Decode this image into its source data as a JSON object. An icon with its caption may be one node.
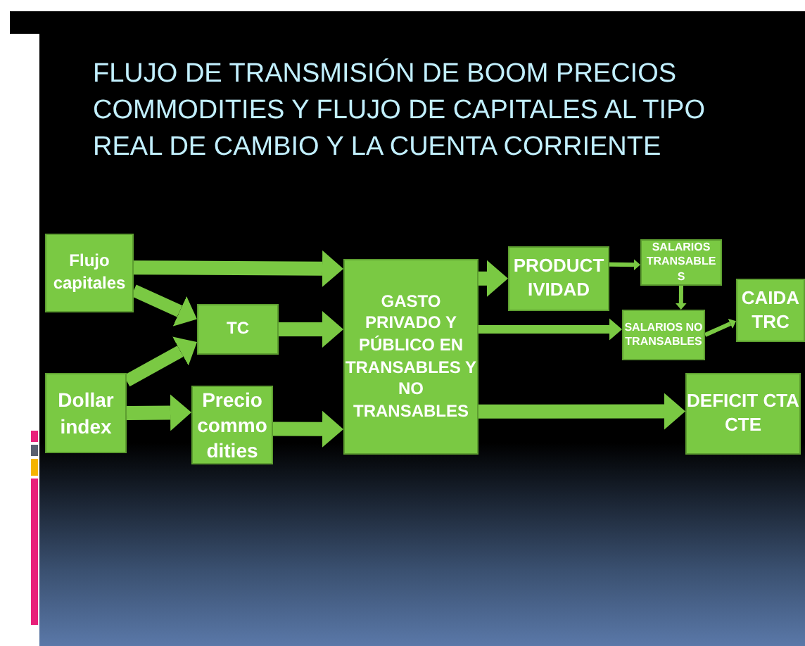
{
  "diagram": {
    "title": "FLUJO DE TRANSMISIÓN DE BOOM PRECIOS COMMODITIES Y FLUJO DE CAPITALES  AL TIPO REAL DE CAMBIO Y LA CUENTA CORRIENTE",
    "nodes": [
      {
        "text": [
          "Flujo capitales"
        ]
      },
      {
        "text": [
          "TC"
        ]
      },
      {
        "text": [
          "Dollar index"
        ]
      },
      {
        "text": [
          "Precio commo dities"
        ]
      },
      {
        "text": [
          "GASTO PRIVADO Y PÚBLICO EN TRANSABLES Y NO TRANSABLES"
        ]
      },
      {
        "text": [
          "PRODUCT IVIDAD"
        ]
      },
      {
        "text": [
          "SALARIOS TRANSABLE S"
        ]
      },
      {
        "text": [
          "SALARIOS NO TRANSABLES"
        ]
      },
      {
        "text": [
          "CAIDA TRC"
        ]
      },
      {
        "text": [
          "DEFICIT CTA CTE"
        ]
      }
    ],
    "edges": [
      {
        "from": 0,
        "to": 4,
        "arrow": "to"
      },
      {
        "from": 0,
        "to": 1,
        "arrow": "to"
      },
      {
        "from": 2,
        "to": 1,
        "arrow": "to"
      },
      {
        "from": 1,
        "to": 4,
        "arrow": "to"
      },
      {
        "from": 2,
        "to": 3,
        "arrow": "to"
      },
      {
        "from": 3,
        "to": 4,
        "arrow": "to"
      },
      {
        "from": 4,
        "to": 5,
        "arrow": "to"
      },
      {
        "from": 4,
        "to": 7,
        "arrow": "to"
      },
      {
        "from": 5,
        "to": 6,
        "arrow": "to"
      },
      {
        "from": 6,
        "to": 7,
        "arrow": "to"
      },
      {
        "from": 7,
        "to": 8,
        "arrow": "to"
      },
      {
        "from": 4,
        "to": 9,
        "arrow": "to"
      }
    ]
  }
}
